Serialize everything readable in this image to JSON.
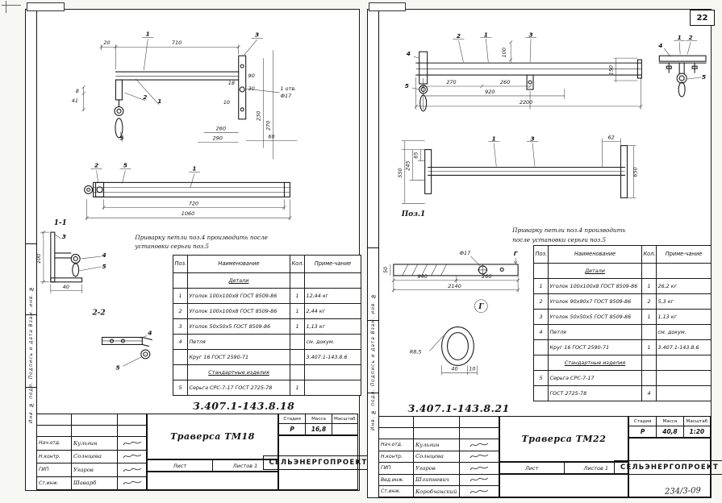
{
  "page": {
    "sheet_number": "22",
    "corner_note": "234/3-09"
  },
  "left": {
    "margin": "Инв. № подл.      Подпись и дата      Взам. инв. №",
    "note1": "Приварку петли поз.4 производить после",
    "note2": "установки серьги поз.5",
    "code": "З.407.1-143.8.18",
    "fv": {
      "p1": "1",
      "p1b": "1",
      "p2": "2",
      "p3": "3",
      "p5": "5",
      "d20": "20",
      "d710": "710",
      "d90": "90",
      "d18": "18",
      "d30": "30",
      "d10": "10",
      "d230": "230",
      "d270": "270",
      "d260": "260",
      "d290": "290",
      "d60": "60",
      "d41": "41",
      "d8": "8",
      "hole": "1 отв.",
      "dia": "Ф17"
    },
    "pv": {
      "p1": "1",
      "p2": "2",
      "p5": "5",
      "d720": "720",
      "d1060": "1060"
    },
    "s11": {
      "t": "1-1",
      "p3": "3",
      "p4": "4",
      "p5": "5",
      "d100": "100",
      "d40": "40"
    },
    "s22": {
      "t": "2-2",
      "p4": "4",
      "p5": "5"
    },
    "table": {
      "headers": [
        "Поз.",
        "Наименование",
        "Кол.",
        "Приме-чание"
      ],
      "rows": [
        {
          "pos": "",
          "name": "Детали",
          "qty": "",
          "note": "",
          "group": true
        },
        {
          "pos": "1",
          "name": "Уголок 100х100х8 ГОСТ 8509-86",
          "qty": "1",
          "note": "12,44 кг"
        },
        {
          "pos": "2",
          "name": "Уголок 100х100х8 ГОСТ 8509-86",
          "qty": "1",
          "note": "2,44 кг"
        },
        {
          "pos": "3",
          "name": "Уголок 50х50х5 ГОСТ 8509-86",
          "qty": "1",
          "note": "1,13 кг"
        },
        {
          "pos": "4",
          "name": "Петля",
          "qty": "",
          "note": "см. докум."
        },
        {
          "pos": "",
          "name": "Круг 16 ГОСТ 2590-71",
          "qty": "",
          "note": "3.407.1-143.8.6"
        },
        {
          "pos": "",
          "name": "Стандартные изделия",
          "qty": "",
          "note": "",
          "group": true
        },
        {
          "pos": "5",
          "name": "Серьга СРС-7-17 ГОСТ 2725-78",
          "qty": "1",
          "note": ""
        }
      ]
    },
    "tb": {
      "name": "Траверса ТМ18",
      "stage_label": "Стадия",
      "mass_label": "Масса",
      "scale_label": "Масштаб",
      "stage": "Р",
      "mass": "16,8",
      "scale": "",
      "sheet_label": "Лист",
      "sheets_label": "Листов 1",
      "org": "СЕЛЬЭНЕРГОПРОЕКТ",
      "signers": [
        {
          "role": "Нач.отд.",
          "name": "Кульгин"
        },
        {
          "role": "Н.контр.",
          "name": "Солнцева"
        },
        {
          "role": "ГИП",
          "name": "Угаров"
        },
        {
          "role": "Ст.инж.",
          "name": "Шаварб"
        }
      ]
    }
  },
  "right": {
    "margin": "Инв. № подл.      Подпись и дата      Взам. инв. №",
    "note1": "Приварку петли поз.4 производить",
    "note2": "после установки серьги поз.5",
    "code": "З.407.1-143.8.21",
    "fv": {
      "p1": "1",
      "p2": "2",
      "p3": "3",
      "p4": "4",
      "p5": "5",
      "d100": "100",
      "d150": "150",
      "d270": "270",
      "d260": "260",
      "d920": "920",
      "d2200": "2200"
    },
    "ev": {
      "p1": "1",
      "p2": "2",
      "p4": "4",
      "p5": "5"
    },
    "pz": {
      "t": "Поз.1",
      "p1": "1",
      "p3": "3",
      "d65": "65",
      "d245": "245",
      "d550": "550",
      "d62": "62",
      "d650": "650"
    },
    "dv": {
      "dia": "Ф17",
      "g": "Г",
      "d50": "50",
      "d940": "940",
      "d260": "260",
      "d2140": "2140",
      "gc": "Г",
      "r": "R8,5",
      "d40": "40",
      "d10": "10"
    },
    "table": {
      "headers": [
        "Поз.",
        "Наименование",
        "Кол.",
        "Приме-чание"
      ],
      "rows": [
        {
          "pos": "",
          "name": "Детали",
          "qty": "",
          "note": "",
          "group": true
        },
        {
          "pos": "1",
          "name": "Уголок 100х100х8 ГОСТ 8509-86",
          "qty": "1",
          "note": "26,2 кг"
        },
        {
          "pos": "2",
          "name": "Уголок 90х90х7 ГОСТ 8509-86",
          "qty": "2",
          "note": "5,3 кг"
        },
        {
          "pos": "3",
          "name": "Уголок 50х50х5 ГОСТ 8509-86",
          "qty": "1",
          "note": "1,13 кг"
        },
        {
          "pos": "4",
          "name": "Петля",
          "qty": "",
          "note": "см. докум."
        },
        {
          "pos": "",
          "name": "Круг 16 ГОСТ 2590-71",
          "qty": "1",
          "note": "3.407.1-143.8.6"
        },
        {
          "pos": "",
          "name": "Стандартные изделия",
          "qty": "",
          "note": "",
          "group": true
        },
        {
          "pos": "5",
          "name": "Серьга СРС-7-17",
          "qty": "",
          "note": ""
        },
        {
          "pos": "",
          "name": "ГОСТ 2725-78",
          "qty": "4",
          "note": ""
        }
      ]
    },
    "tb": {
      "name": "Траверса ТМ22",
      "stage_label": "Стадия",
      "mass_label": "Масса",
      "scale_label": "Масштаб",
      "stage": "Р",
      "mass": "40,8",
      "scale": "1:20",
      "sheet_label": "Лист",
      "sheets_label": "Листов 1",
      "org": "СЕЛЬЭНЕРГОПРОЕКТ",
      "signers": [
        {
          "role": "Нач.отд.",
          "name": "Кульгин"
        },
        {
          "role": "Н.контр.",
          "name": "Солнцева"
        },
        {
          "role": "ГИП",
          "name": "Угаров"
        },
        {
          "role": "Вед.инж.",
          "name": "Шлипневич"
        },
        {
          "role": "Ст.инж.",
          "name": "Коробчанский"
        }
      ]
    }
  }
}
